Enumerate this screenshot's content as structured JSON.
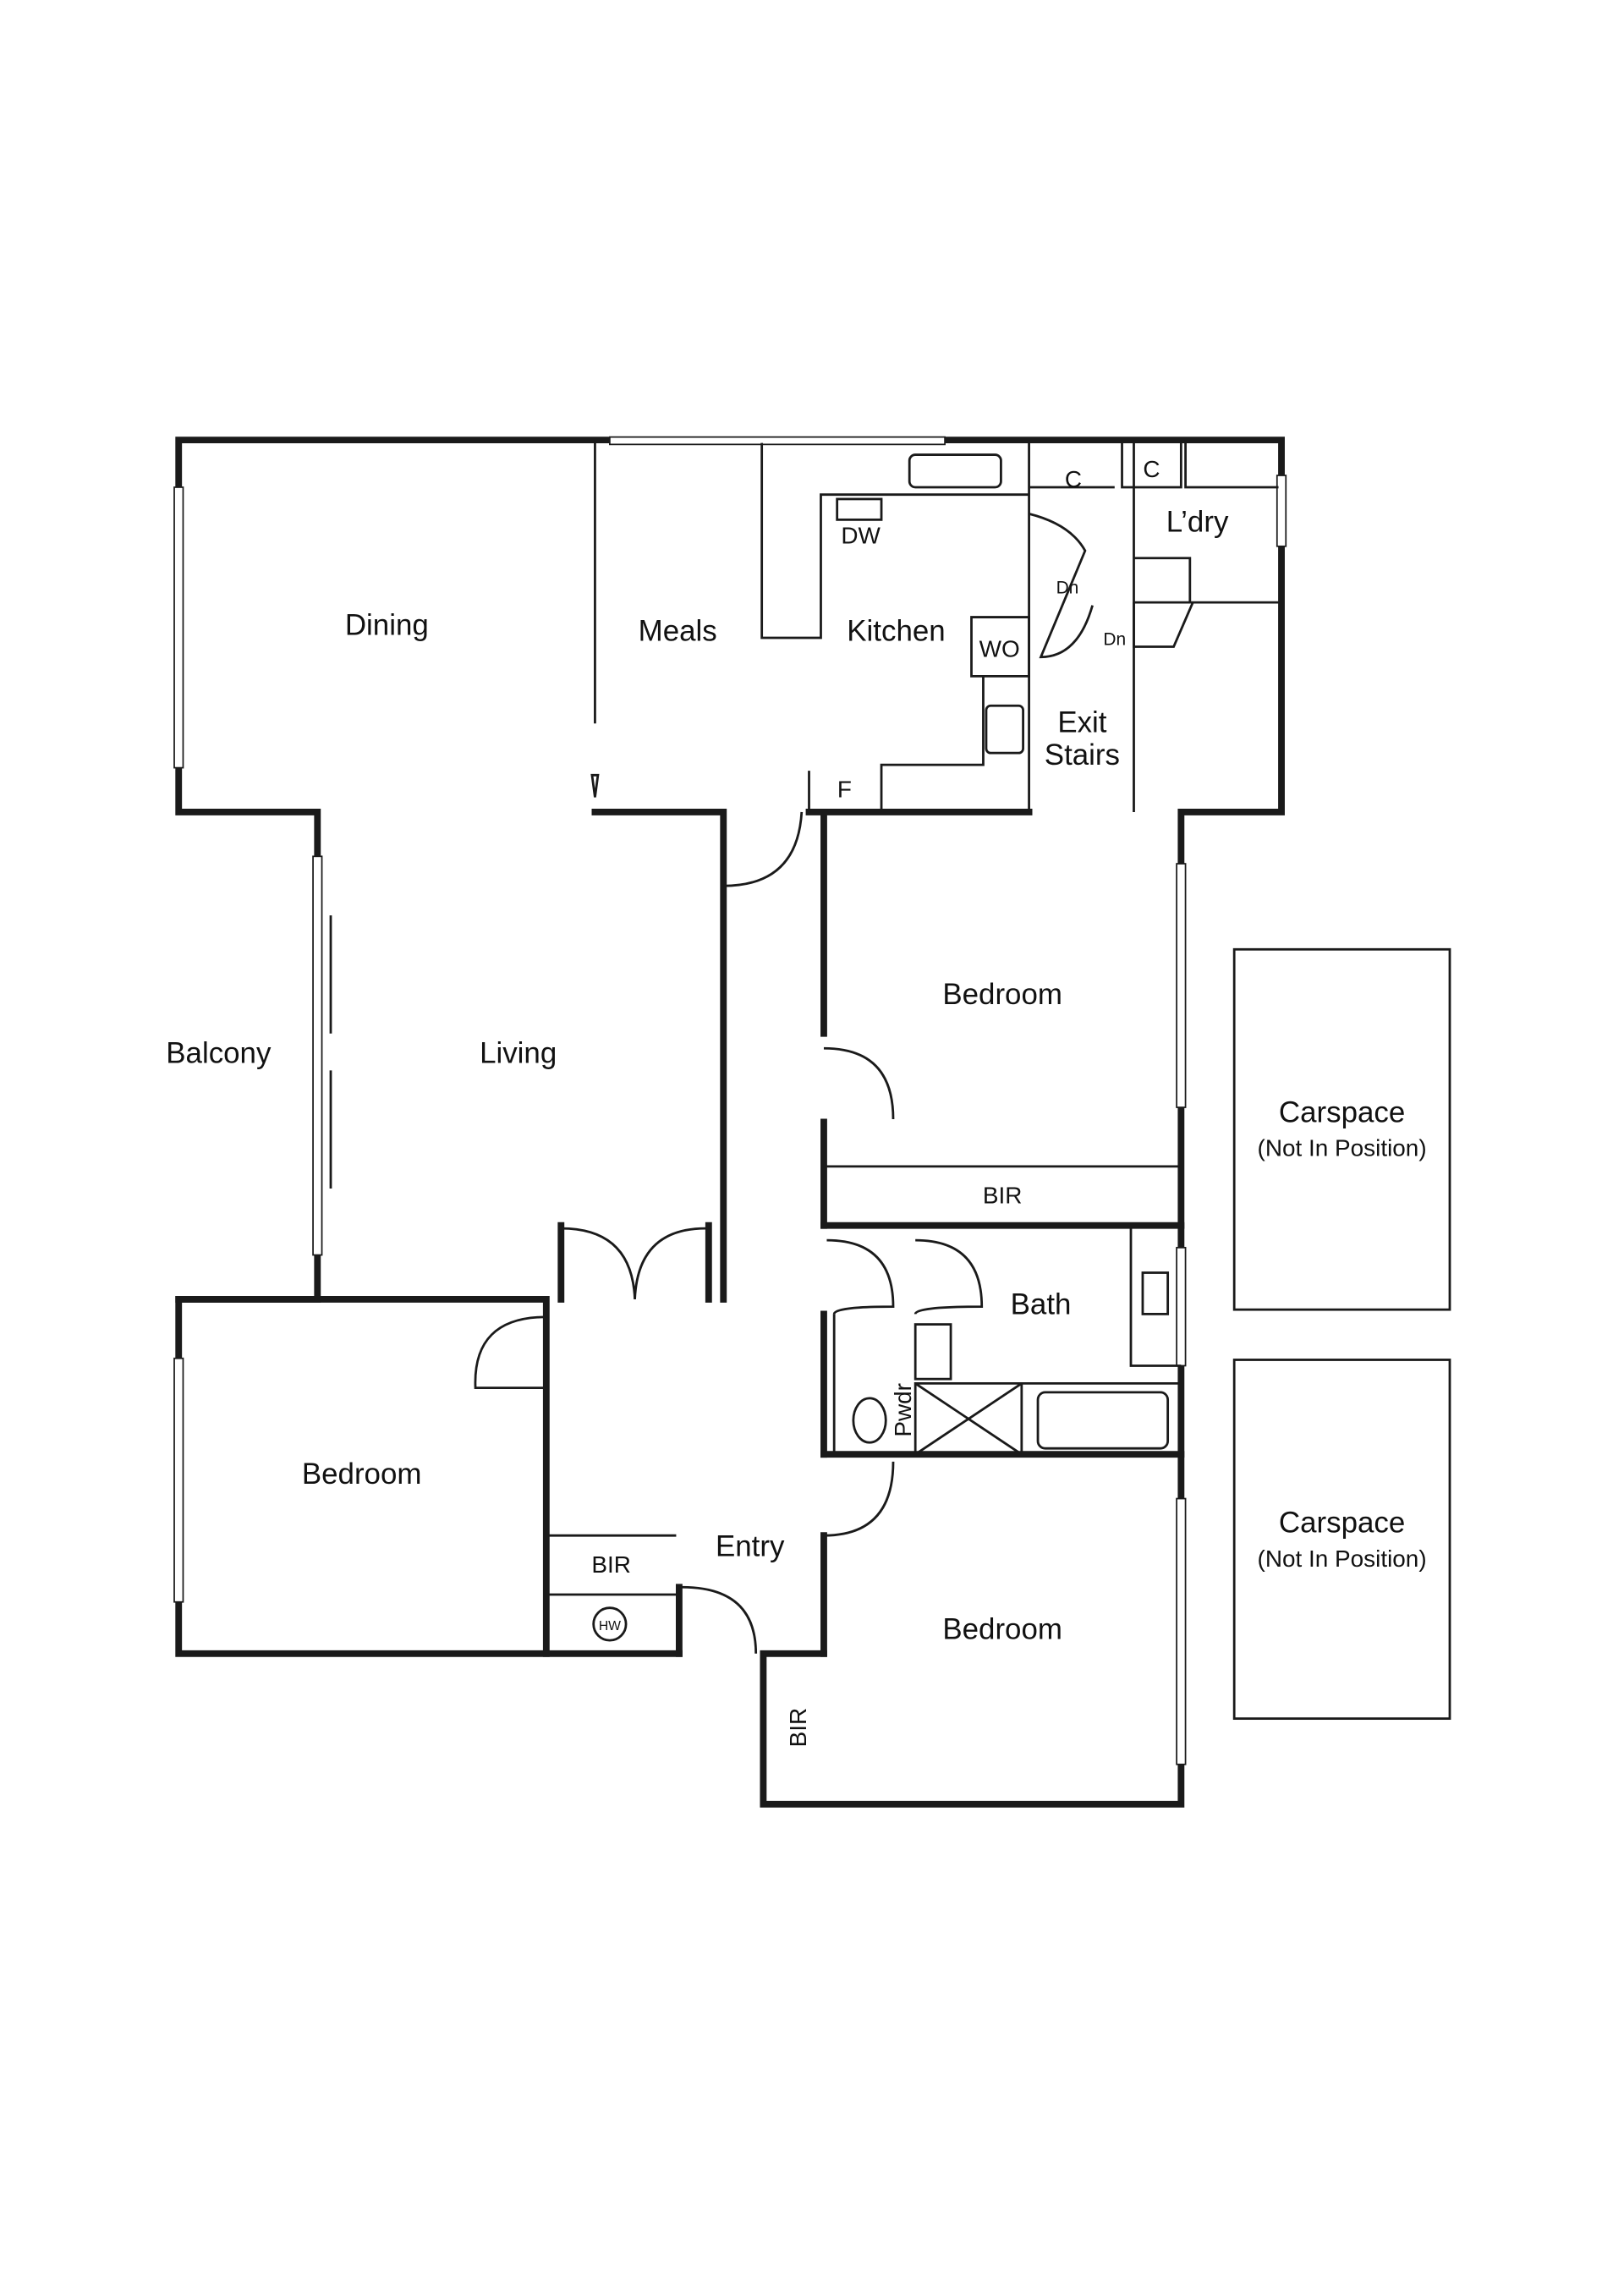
{
  "rooms": {
    "dining": "Dining",
    "meals": "Meals",
    "kitchen": "Kitchen",
    "laundry": "L’dry",
    "cupboard1": "C",
    "cupboard2": "C",
    "dishwasher": "DW",
    "wall_oven": "WO",
    "fridge": "F",
    "down1": "Dn",
    "down2": "Dn",
    "exit_stairs_1": "Exit",
    "exit_stairs_2": "Stairs",
    "balcony": "Balcony",
    "living": "Living",
    "bedroom_ne": "Bedroom",
    "bir_ne": "BIR",
    "bath": "Bath",
    "powder": "Pwdr",
    "bedroom_w": "Bedroom",
    "bir_w": "BIR",
    "hot_water": "HW",
    "entry": "Entry",
    "bedroom_se": "Bedroom",
    "bir_se": "BIR"
  },
  "carspaces": [
    {
      "title": "Carspace",
      "note": "(Not In Position)"
    },
    {
      "title": "Carspace",
      "note": "(Not In Position)"
    }
  ]
}
